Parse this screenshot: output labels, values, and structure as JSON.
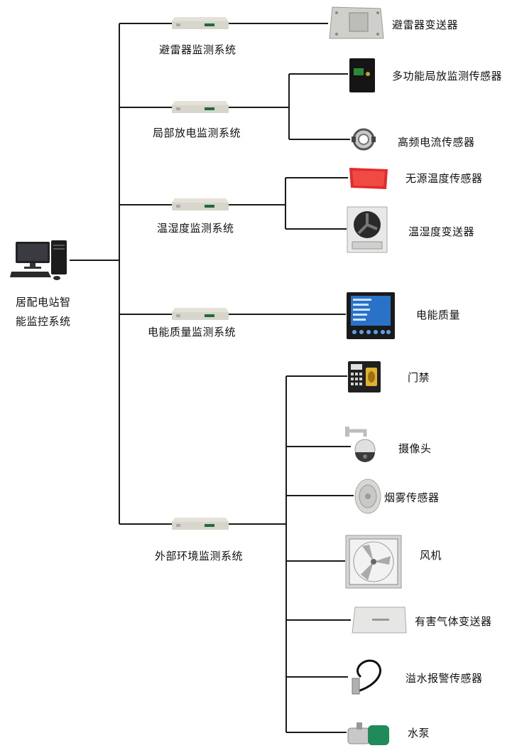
{
  "root": {
    "label_line1": "居配电站智",
    "label_line2": "能监控系统",
    "icon": "desktop-computer-icon"
  },
  "subsystems": [
    {
      "label": "避雷器监测系统",
      "icon": "rack-server-icon"
    },
    {
      "label": "局部放电监测系统",
      "icon": "rack-server-icon"
    },
    {
      "label": "温湿度监测系统",
      "icon": "rack-server-icon"
    },
    {
      "label": "电能质量监测系统",
      "icon": "rack-server-icon"
    },
    {
      "label": "外部环境监测系统",
      "icon": "rack-server-icon"
    }
  ],
  "devices": [
    {
      "label": "避雷器变送器",
      "icon": "arrester-transmitter-icon"
    },
    {
      "label": "多功能局放监测传感器",
      "icon": "pd-sensor-icon"
    },
    {
      "label": "高频电流传感器",
      "icon": "hf-current-sensor-icon"
    },
    {
      "label": "无源温度传感器",
      "icon": "passive-temp-sensor-icon"
    },
    {
      "label": "温湿度变送器",
      "icon": "humidity-transmitter-icon"
    },
    {
      "label": "电能质量",
      "icon": "power-quality-meter-icon"
    },
    {
      "label": "门禁",
      "icon": "access-control-icon"
    },
    {
      "label": "摄像头",
      "icon": "camera-icon"
    },
    {
      "label": "烟雾传感器",
      "icon": "smoke-sensor-icon"
    },
    {
      "label": "风机",
      "icon": "fan-icon"
    },
    {
      "label": "有害气体变送器",
      "icon": "gas-transmitter-icon"
    },
    {
      "label": "溢水报警传感器",
      "icon": "water-leak-sensor-icon"
    },
    {
      "label": "水泵",
      "icon": "water-pump-icon"
    }
  ]
}
